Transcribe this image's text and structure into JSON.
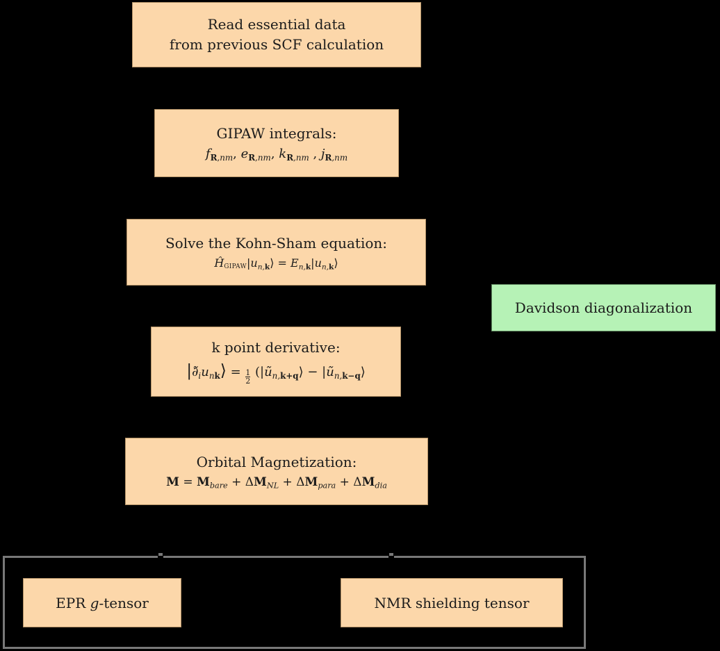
{
  "figure": {
    "background": "#000000",
    "node_fill": "#FCD7AA",
    "highlight_fill": "#B6F2B6",
    "frame_border_color": "#787878",
    "text_color": "#1B1B1B"
  },
  "nodes": {
    "read_data": {
      "line1": "Read essential data",
      "line2": "from previous SCF calculation"
    },
    "gipaw_integrals": {
      "title": "GIPAW integrals:",
      "formula": [
        [
          "it",
          "f"
        ],
        [
          "subb",
          "R"
        ],
        [
          "subit",
          ",nm"
        ],
        [
          "rm",
          ", "
        ],
        [
          "it",
          "e"
        ],
        [
          "subb",
          "R"
        ],
        [
          "subit",
          ",nm"
        ],
        [
          "rm",
          ", "
        ],
        [
          "it",
          "k"
        ],
        [
          "subb",
          "R"
        ],
        [
          "subit",
          ",nm"
        ],
        [
          "rm",
          " , "
        ],
        [
          "it",
          "j"
        ],
        [
          "subb",
          "R"
        ],
        [
          "subit",
          ",nm"
        ]
      ]
    },
    "kohn_sham": {
      "title": "Solve the Kohn-Sham equation:",
      "formula": [
        [
          "it",
          "Ĥ"
        ],
        [
          "subsc",
          "GIPAW"
        ],
        [
          "rm",
          "|"
        ],
        [
          "it",
          "u"
        ],
        [
          "subit",
          "n,"
        ],
        [
          "subb",
          "k"
        ],
        [
          "rm",
          "⟩ = "
        ],
        [
          "it",
          "E"
        ],
        [
          "subit",
          "n,"
        ],
        [
          "subb",
          "k"
        ],
        [
          "rm",
          "|"
        ],
        [
          "it",
          "u"
        ],
        [
          "subit",
          "n,"
        ],
        [
          "subb",
          "k"
        ],
        [
          "rm",
          "⟩"
        ]
      ]
    },
    "davidson": {
      "label": "Davidson diagonalization"
    },
    "k_derivative": {
      "title": "k point derivative:",
      "formula": [
        [
          "big",
          "|"
        ],
        [
          "it",
          "∂̃"
        ],
        [
          "subit",
          "i"
        ],
        [
          "it",
          "u"
        ],
        [
          "subit",
          "n"
        ],
        [
          "subb",
          "k"
        ],
        [
          "big",
          "⟩"
        ],
        [
          "rm",
          " = "
        ],
        [
          "frac",
          "1/2"
        ],
        [
          "rm",
          " ("
        ],
        [
          "rm",
          "|"
        ],
        [
          "it",
          "ũ"
        ],
        [
          "subit",
          "n,"
        ],
        [
          "subb",
          "k+q"
        ],
        [
          "rm",
          "⟩ − "
        ],
        [
          "rm",
          "|"
        ],
        [
          "it",
          "ũ"
        ],
        [
          "subit",
          "n,"
        ],
        [
          "subb",
          "k−q"
        ],
        [
          "rm",
          "⟩"
        ]
      ]
    },
    "orbital_magnetization": {
      "title": "Orbital Magnetization:",
      "formula": [
        [
          "b",
          "M"
        ],
        [
          "rm",
          " = "
        ],
        [
          "b",
          "M"
        ],
        [
          "subit",
          "bare"
        ],
        [
          "rm",
          " + Δ"
        ],
        [
          "b",
          "M"
        ],
        [
          "subit",
          "NL"
        ],
        [
          "rm",
          " + Δ"
        ],
        [
          "b",
          "M"
        ],
        [
          "subit",
          "para"
        ],
        [
          "rm",
          " + Δ"
        ],
        [
          "b",
          "M"
        ],
        [
          "subit",
          "dia"
        ]
      ]
    },
    "epr": {
      "formula": [
        [
          "rm",
          "EPR "
        ],
        [
          "it",
          "g"
        ],
        [
          "rm",
          "-tensor"
        ]
      ]
    },
    "nmr": {
      "label": "NMR shielding tensor"
    }
  }
}
